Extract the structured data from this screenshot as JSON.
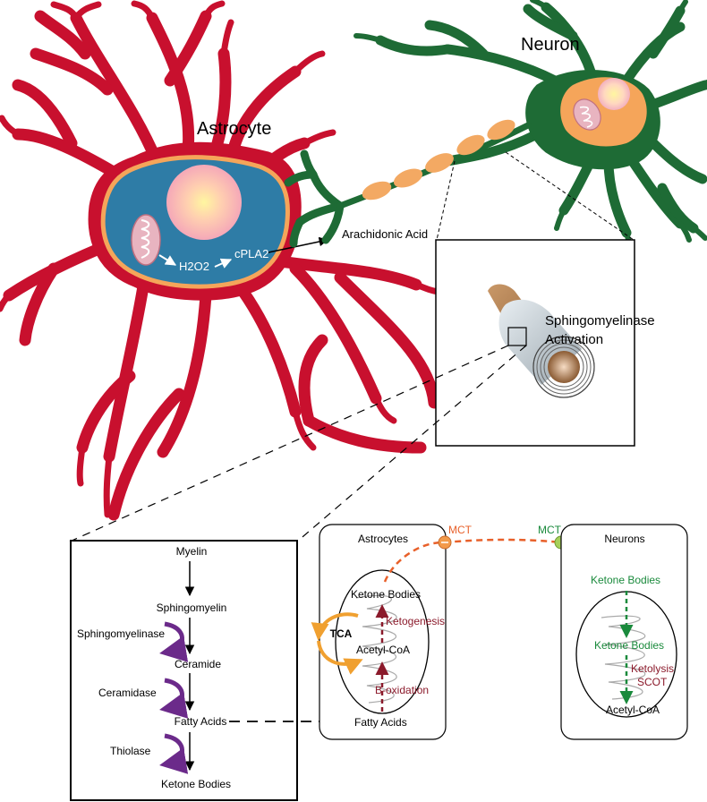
{
  "cells": {
    "astrocyte": "Astrocyte",
    "neuron": "Neuron"
  },
  "top_labels": {
    "h2o2": "H2O2",
    "cpla2": "cPLA2",
    "arachidonic_acid": "Arachidonic Acid",
    "sphingomyelinase_line1": "Sphingomyelinase",
    "sphingomyelinase_line2": "Activation"
  },
  "pathway": {
    "steps": [
      "Myelin",
      "Sphingomyelin",
      "Ceramide",
      "Fatty Acids",
      "Ketone Bodies"
    ],
    "enzymes": [
      "Sphingomyelinase",
      "Ceramidase",
      "Thiolase"
    ]
  },
  "astrocytes_panel": {
    "title": "Astrocytes",
    "ketone_bodies": "Ketone Bodies",
    "ketogenesis": "Ketogenesis",
    "tca": "TCA",
    "acetyl_coa": "Acetyl-CoA",
    "b_oxidation": "B-oxidation",
    "fatty_acids": "Fatty Acids"
  },
  "transport": {
    "mct_left": "MCT",
    "mct_right": "MCT"
  },
  "neurons_panel": {
    "title": "Neurons",
    "ketone_bodies_outer": "Ketone Bodies",
    "ketone_bodies_inner": "Ketone Bodies",
    "ketolysis": "Ketolysis",
    "scot": "SCOT",
    "acetyl_coa": "Acetyl-CoA"
  },
  "colors": {
    "astrocyte_red": "#c8102e",
    "neuron_green": "#1e6b35",
    "nucleus_blue": "#2e7ca6",
    "membrane_orange": "#f5a55a",
    "ketone_red": "#8b1a2b",
    "green_label": "#1a8a3c",
    "enzyme_purple": "#6b2a8a",
    "tca_orange": "#f0a030",
    "mct_dash": "#e8602a"
  }
}
